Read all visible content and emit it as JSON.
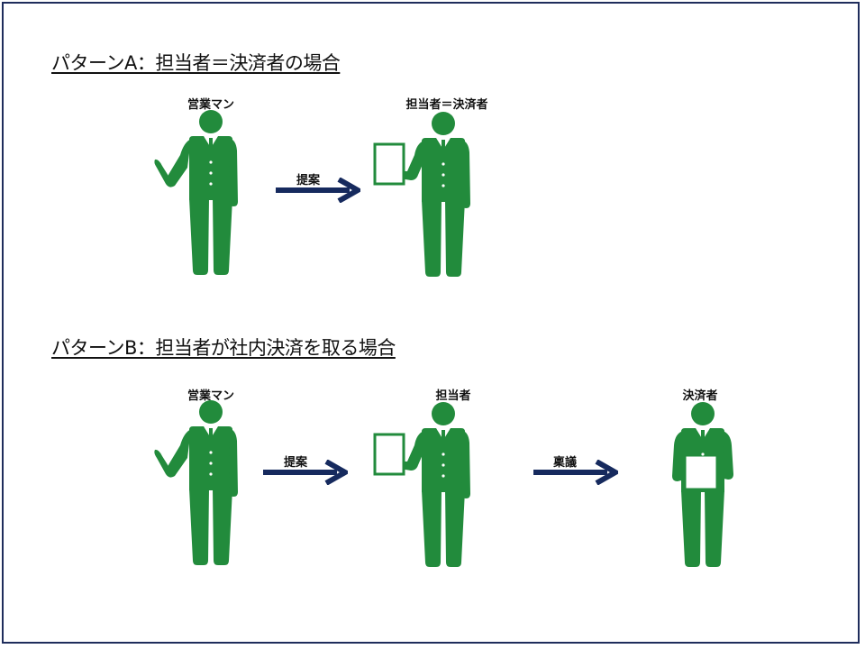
{
  "pattern_a": {
    "heading": "パターンA：担当者＝決済者の場合",
    "person1_label": "営業マン",
    "person2_label": "担当者＝決済者",
    "arrow1_label": "提案"
  },
  "pattern_b": {
    "heading": "パターンB：担当者が社内決済を取る場合",
    "person1_label": "営業マン",
    "person2_label": "担当者",
    "person3_label": "決済者",
    "arrow1_label": "提案",
    "arrow2_label": "稟議"
  },
  "colors": {
    "figure": "#228b3c",
    "arrow": "#162a5e",
    "frame": "#1f2d5c"
  }
}
